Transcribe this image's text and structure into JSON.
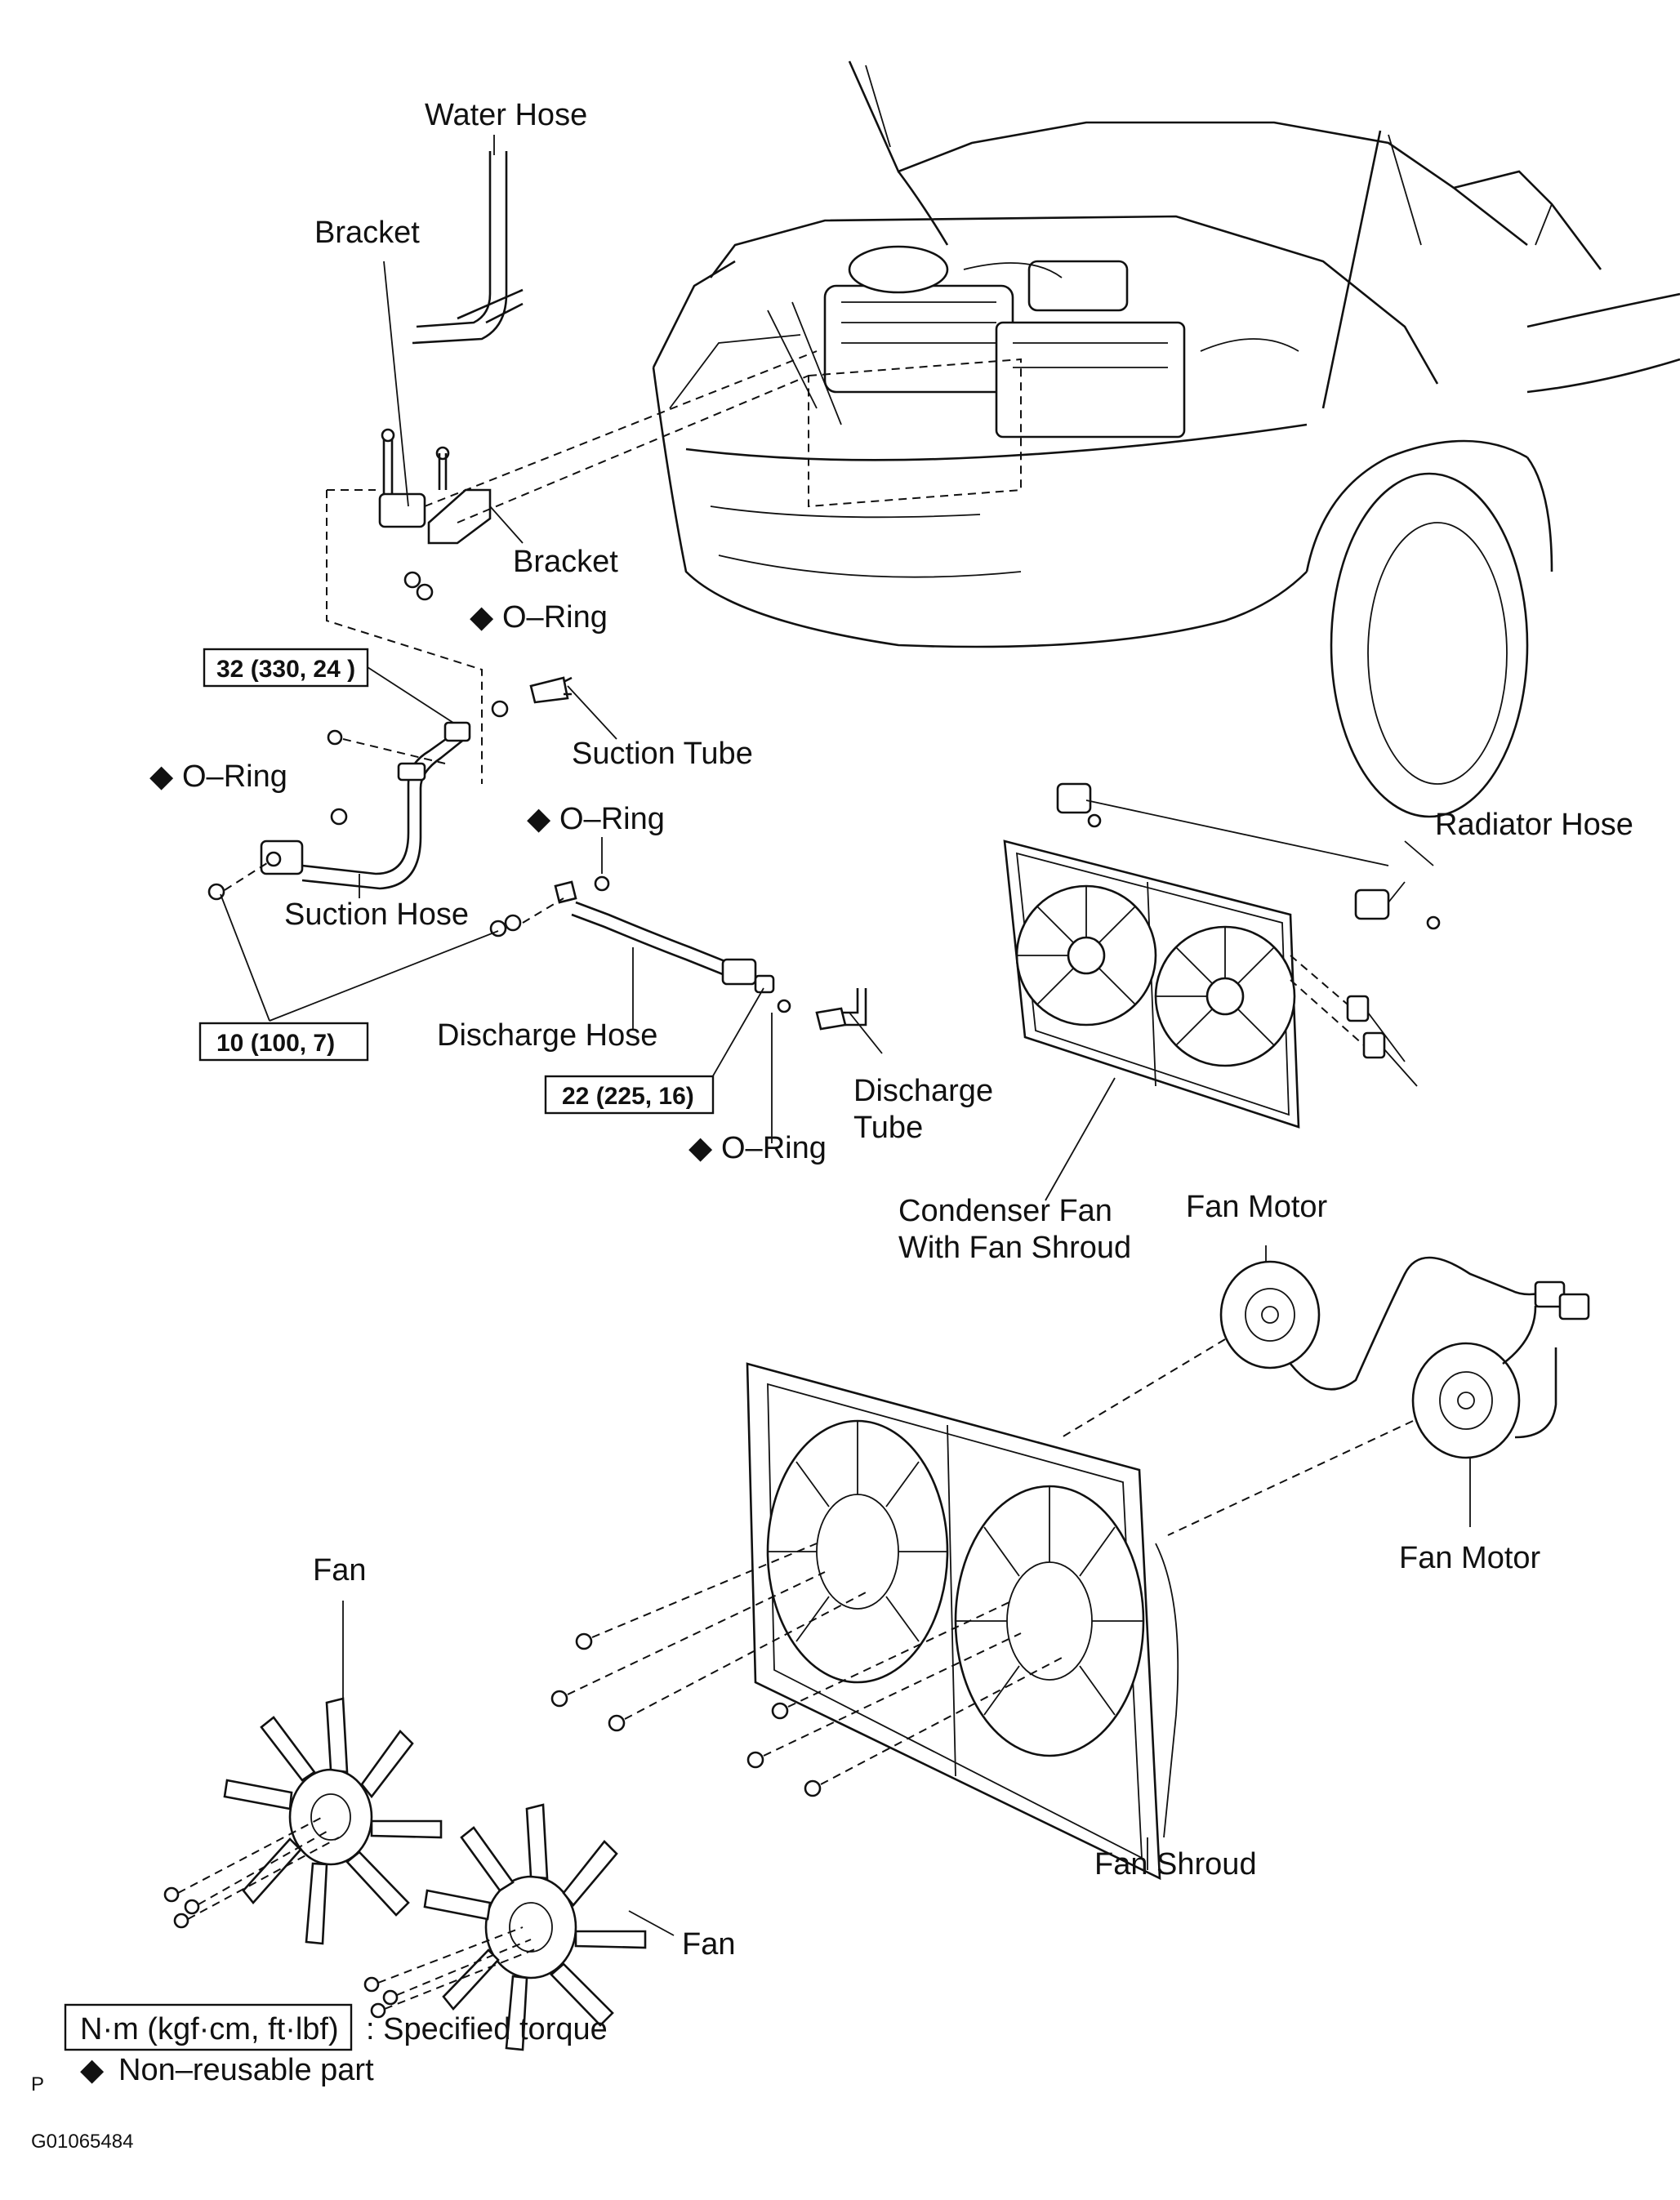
{
  "labels": {
    "water_hose": "Water Hose",
    "bracket_upper": "Bracket",
    "bracket_lower": "Bracket",
    "o_ring_1": "O–Ring",
    "suction_tube": "Suction Tube",
    "o_ring_2": "O–Ring",
    "o_ring_3": "O–Ring",
    "suction_hose": "Suction Hose",
    "discharge_hose": "Discharge Hose",
    "discharge_tube_line1": "Discharge",
    "discharge_tube_line2": "Tube",
    "o_ring_4": "O–Ring",
    "radiator_hose": "Radiator Hose",
    "condenser_fan_line1": "Condenser Fan",
    "condenser_fan_line2": "With Fan Shroud",
    "fan_motor_upper": "Fan Motor",
    "fan_motor_lower": "Fan Motor",
    "fan_upper": "Fan",
    "fan_lower": "Fan",
    "fan_shroud": "Fan Shroud"
  },
  "torque_specs": {
    "t1": "32 (330, 24 )",
    "t2": "10 (100, 7)",
    "t3": "22 (225, 16)"
  },
  "legend": {
    "unit_box": "N·m (kgf·cm, ft·lbf)",
    "unit_desc": ": Specified torque",
    "nonreusable": "Non–reusable part",
    "diamond": "◆"
  },
  "footer": {
    "letter": "P",
    "code": "G01065484"
  }
}
